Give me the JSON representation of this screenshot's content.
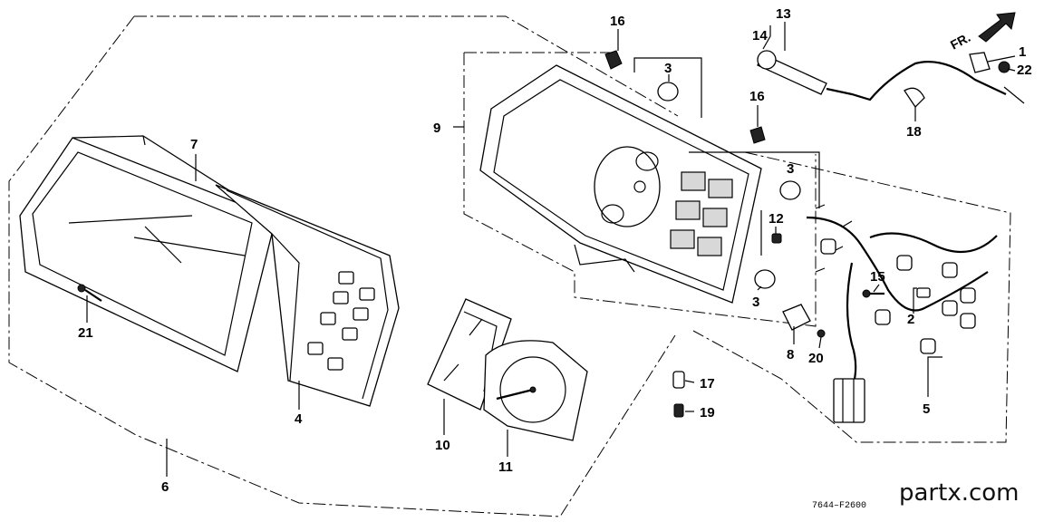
{
  "diagram": {
    "labels": {
      "p1": "1",
      "p2": "2",
      "p3a": "3",
      "p3b": "3",
      "p3c": "3",
      "p4": "4",
      "p5": "5",
      "p6": "6",
      "p7": "7",
      "p8": "8",
      "p9": "9",
      "p10": "10",
      "p11": "11",
      "p12": "12",
      "p13": "13",
      "p14": "14",
      "p15": "15",
      "p16a": "16",
      "p16b": "16",
      "p17": "17",
      "p18": "18",
      "p19": "19",
      "p20": "20",
      "p21": "21",
      "p22": "22"
    },
    "direction": "FR.",
    "diagram_code": "7644–F2600",
    "watermark": "partx.com"
  }
}
